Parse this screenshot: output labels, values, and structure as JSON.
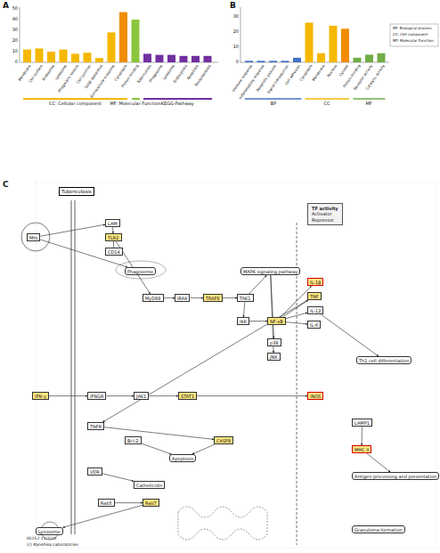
{
  "diagram": {
    "nodes": [
      {
        "text": [
          "Tuberculosis"
        ]
      },
      {
        "text": [
          "Mtb"
        ]
      },
      {
        "text": [
          "LAM"
        ]
      },
      {
        "text": [
          "TLR2"
        ]
      },
      {
        "text": [
          "CD14"
        ]
      },
      {
        "text": [
          "Phagosome"
        ]
      },
      {
        "text": [
          "MyD88"
        ]
      },
      {
        "text": [
          "IRAK"
        ]
      },
      {
        "text": [
          "TRAF6"
        ]
      },
      {
        "text": [
          "TAK1"
        ]
      },
      {
        "text": [
          "IKK"
        ]
      },
      {
        "text": [
          "NF-κB"
        ]
      },
      {
        "text": [
          "MAPK signaling pathway"
        ]
      },
      {
        "text": [
          "p38"
        ]
      },
      {
        "text": [
          "JNK"
        ]
      },
      {
        "text": [
          "IL-1β"
        ]
      },
      {
        "text": [
          "TNF"
        ]
      },
      {
        "text": [
          "IL-12"
        ]
      },
      {
        "text": [
          "IL-6"
        ]
      },
      {
        "text": [
          "IFN-γ"
        ]
      },
      {
        "text": [
          "IFNGR"
        ]
      },
      {
        "text": [
          "JAK1"
        ]
      },
      {
        "text": [
          "STAT1"
        ]
      },
      {
        "text": [
          "iNOS"
        ]
      },
      {
        "text": [
          "Th1 cell differentiation"
        ]
      },
      {
        "text": [
          "TNFR"
        ]
      },
      {
        "text": [
          "Apoptosis"
        ]
      },
      {
        "text": [
          "Bcl-2"
        ]
      },
      {
        "text": [
          "CASP8"
        ]
      },
      {
        "text": [
          "VDR"
        ]
      },
      {
        "text": [
          "Cathelicidin"
        ]
      },
      {
        "text": [
          "Lysosome"
        ]
      },
      {
        "text": [
          "Rab5"
        ]
      },
      {
        "text": [
          "Rab7"
        ]
      },
      {
        "text": [
          "LAMP1"
        ]
      },
      {
        "text": [
          "MHC II"
        ]
      },
      {
        "text": [
          "Antigen processing and presentation"
        ]
      },
      {
        "text": [
          "Granuloma formation"
        ]
      },
      {
        "text": [
          "TF activity",
          "Activator",
          "Repressor"
        ]
      }
    ],
    "edges": [
      {
        "from": 1,
        "to": 2,
        "arrow": "to"
      },
      {
        "from": 2,
        "to": 3,
        "arrow": "to"
      },
      {
        "from": 4,
        "to": 3,
        "arrow": "none"
      },
      {
        "from": 3,
        "to": 6,
        "arrow": "to"
      },
      {
        "from": 6,
        "to": 7,
        "arrow": "to"
      },
      {
        "from": 7,
        "to": 8,
        "arrow": "to"
      },
      {
        "from": 8,
        "to": 9,
        "arrow": "to"
      },
      {
        "from": 9,
        "to": 10,
        "arrow": "to"
      },
      {
        "from": 10,
        "to": 11,
        "arrow": "to"
      },
      {
        "from": 9,
        "to": 12,
        "arrow": "to"
      },
      {
        "from": 12,
        "to": 13,
        "arrow": "to"
      },
      {
        "from": 12,
        "to": 14,
        "arrow": "to"
      },
      {
        "from": 11,
        "to": 15,
        "arrow": "to"
      },
      {
        "from": 11,
        "to": 16,
        "arrow": "to"
      },
      {
        "from": 11,
        "to": 17,
        "arrow": "to"
      },
      {
        "from": 11,
        "to": 18,
        "arrow": "to"
      },
      {
        "from": 19,
        "to": 20,
        "arrow": "to"
      },
      {
        "from": 20,
        "to": 21,
        "arrow": "to"
      },
      {
        "from": 21,
        "to": 22,
        "arrow": "to"
      },
      {
        "from": 22,
        "to": 23,
        "arrow": "to"
      },
      {
        "from": 17,
        "to": 24,
        "arrow": "to"
      },
      {
        "from": 16,
        "to": 25,
        "arrow": "to"
      },
      {
        "from": 25,
        "to": 28,
        "arrow": "to"
      },
      {
        "from": 28,
        "to": 26,
        "arrow": "to"
      },
      {
        "from": 27,
        "to": 26,
        "arrow": "to"
      },
      {
        "from": 29,
        "to": 30,
        "arrow": "to"
      },
      {
        "from": 1,
        "to": 5,
        "arrow": "to"
      },
      {
        "from": 32,
        "to": 33,
        "arrow": "to"
      },
      {
        "from": 33,
        "to": 31,
        "arrow": "to"
      },
      {
        "from": 34,
        "to": 35,
        "arrow": "to"
      },
      {
        "from": 35,
        "to": 36,
        "arrow": "to"
      }
    ],
    "labels": [
      "A",
      "B",
      "C",
      "0",
      "10",
      "20",
      "30",
      "40",
      "50",
      "Membrane",
      "Cell surface",
      "Endosome",
      "Lysosome",
      "Phagocytic vesicle",
      "Cell junction",
      "Golgi apparatus",
      "Extracellular exosome",
      "Cytoplasm",
      "Protein binding",
      "Tuberculosis",
      "Phagosome",
      "Lysosome",
      "Endocytosis",
      "Apoptosis",
      "Toxoplasmosis",
      "0",
      "10",
      "20",
      "30",
      "Immune response",
      "Inflammatory response",
      "Apoptotic process",
      "Signal transduction",
      "Cell adhesion",
      "Cytoplasm",
      "Membrane",
      "Nucleus",
      "Cytosol",
      "Protein binding",
      "Receptor activity",
      "Catalytic activity",
      "BP",
      "CC",
      "MF",
      "BP: Biological process",
      "CC: Cell component",
      "MF: Molecular Function",
      "05152 11/7/20",
      "(c) Kanehisa Laboratories"
    ],
    "legend": [
      {
        "text": "CC: Cellular component",
        "color": "#f5b800"
      },
      {
        "text": "MF: Molecular Function",
        "color": "#8cc63e"
      },
      {
        "text": "KEGG-Pathway",
        "color": "#7030a0"
      }
    ]
  }
}
